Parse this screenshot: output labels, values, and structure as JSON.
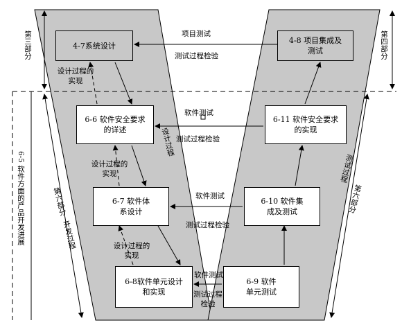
{
  "boxes": {
    "b47": "4-7系统设计",
    "b48": "4-8 项目集成及测试",
    "b66": "6-6 软件安全要求的详述",
    "b611": "6-11 软件安全要求的实现",
    "b67": "6-7 软件体系设计",
    "b610": "6-10 软件集成及测试",
    "b68": "6-8软件单元设计和实现",
    "b69": "6-9 软件单元测试"
  },
  "arrows": {
    "project_test": "项目测试",
    "test_verify_top": "测试过程检验",
    "design_impl_1": "设计过程的实现",
    "software_test_1": "软件测试",
    "test_verify_2": "测试过程检验",
    "design_impl_2": "设计过程的实现",
    "software_test_2": "软件测试",
    "test_verify_3": "测试过程检验",
    "design_impl_3": "设计过程的实现",
    "software_test_3": "软件测试",
    "test_verify_4": "测试过程检验"
  },
  "sides": {
    "part_three": "第三部分",
    "part_four": "第四部分",
    "part_six_left": "第六部分",
    "part_six_right": "第六部分",
    "dev_process": "开发过程",
    "design_process": "设计过程",
    "test_process": "测试过程",
    "software_level": "6-5 软件方面的产品开发进展"
  },
  "colors": {
    "band": "#c8c8c8",
    "dark_box": "#c8c8c8",
    "line": "#000000"
  }
}
